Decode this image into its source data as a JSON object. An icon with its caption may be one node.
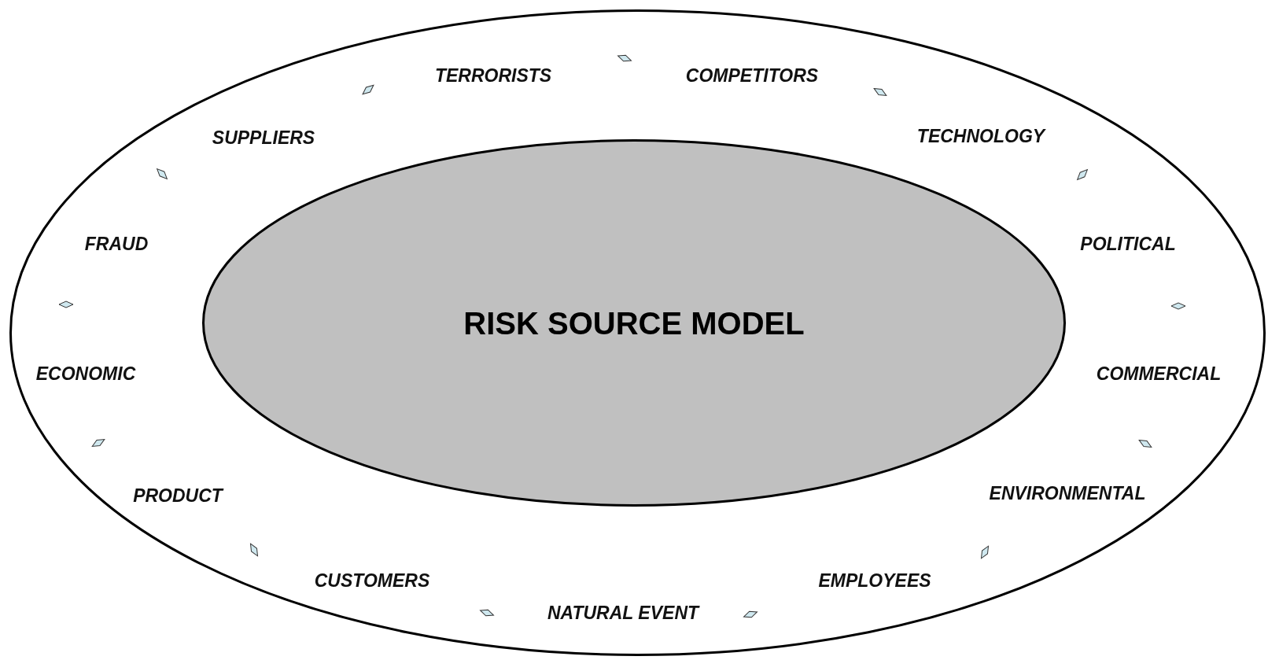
{
  "diagram": {
    "nodes": [
      {
        "text": [],
        "shape": "ellipse"
      },
      {
        "text": [
          "RISK SOURCE MODEL"
        ],
        "in": 0
      }
    ],
    "labels": [
      "TERRORISTS",
      "COMPETITORS",
      "SUPPLIERS",
      "TECHNOLOGY",
      "FRAUD",
      "POLITICAL",
      "ECONOMIC",
      "COMMERCIAL",
      "PRODUCT",
      "ENVIRONMENTAL",
      "CUSTOMERS",
      "EMPLOYEES",
      "NATURAL EVENT"
    ]
  }
}
